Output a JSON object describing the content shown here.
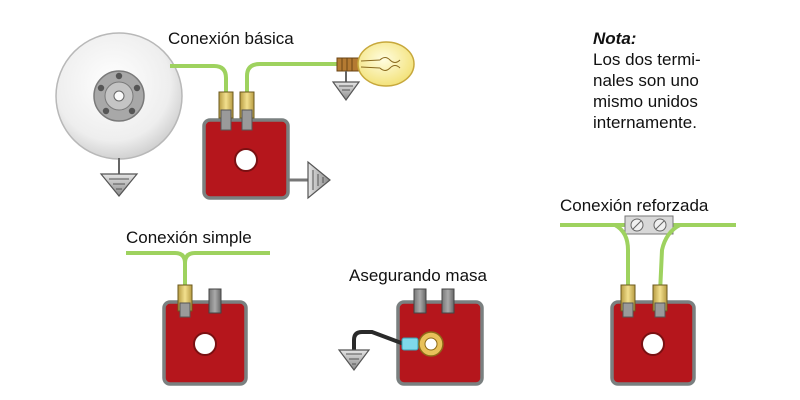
{
  "labels": {
    "basic": "Conexión básica",
    "simple": "Conexión simple",
    "ground": "Asegurando masa",
    "reinforced": "Conexión reforzada"
  },
  "note": {
    "title": "Nota:",
    "lines": [
      "Los dos termi-",
      "nales son uno",
      "mismo unidos",
      "internamente."
    ]
  },
  "colors": {
    "wire": "#9ed25f",
    "component_body": "#b5161c",
    "component_border": "#7a8080",
    "terminal": "#d9c46a",
    "lamp": "#fff5a8",
    "cable_sheath": "#2a2a2a",
    "ring_terminal": "#e8c15a",
    "ring_sleeve": "#7fd9ea"
  },
  "icons": {
    "ground": "ground-symbol-icon",
    "lamp": "light-bulb-icon",
    "disc": "brake-disc-icon"
  }
}
